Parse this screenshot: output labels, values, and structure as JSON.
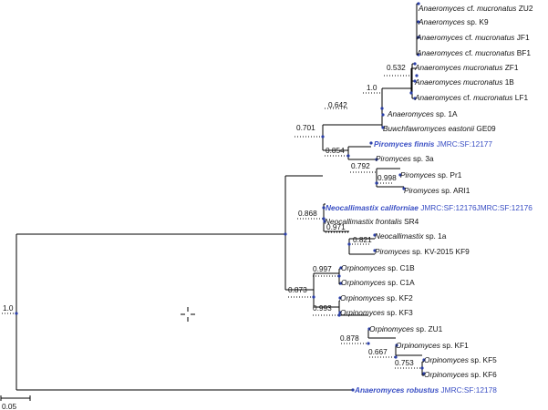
{
  "tree": {
    "tips": [
      {
        "id": "t1",
        "genus": "Anaeromyces",
        "rest": " cf. ",
        "epithet": "mucronatus",
        "strain": " ZU2"
      },
      {
        "id": "t2",
        "genus": "Anaeromyces",
        "rest": " sp. K9"
      },
      {
        "id": "t3",
        "genus": "Anaeromyces",
        "rest": " cf. ",
        "epithet": "mucronatus",
        "strain": " JF1"
      },
      {
        "id": "t4",
        "genus": "Anaeromyces",
        "rest": " cf. ",
        "epithet": "mucronatus",
        "strain": " BF1"
      },
      {
        "id": "t5",
        "genus": "Anaeromyces mucronatus",
        "rest": " ZF1"
      },
      {
        "id": "t6",
        "genus": "Anaeromyces mucronatus",
        "rest": " 1B"
      },
      {
        "id": "t7",
        "genus": "Anaeromyces",
        "rest": " cf. ",
        "epithet": "mucronatus",
        "strain": " LF1"
      },
      {
        "id": "t8",
        "genus": "Anaeromyces",
        "rest": " sp. 1A"
      },
      {
        "id": "t9",
        "genus": "Buwchfawromyces eastonii",
        "rest": " GE09"
      },
      {
        "id": "t10",
        "genus": "Piromyces finnis",
        "acc": "  JMRC:SF:12177",
        "highlight": true
      },
      {
        "id": "t11",
        "genus": "Piromyces",
        "rest": " sp. 3a"
      },
      {
        "id": "t12",
        "genus": "Piromyces",
        "rest": " sp. Pr1"
      },
      {
        "id": "t13",
        "genus": "Piromyces",
        "rest": " sp. ARI1"
      },
      {
        "id": "t14",
        "genus": "Neocallimastix californiae",
        "acc": "  JMRC:SF:12176JMRC:SF:12176",
        "highlight": true
      },
      {
        "id": "t15",
        "genus": "Neocallimastix frontalis",
        "rest": " SR4"
      },
      {
        "id": "t16",
        "genus": "Neocallimastix",
        "rest": " sp. 1a"
      },
      {
        "id": "t17",
        "genus": "Piromyces",
        "rest": " sp. KV-2015 KF9"
      },
      {
        "id": "t18",
        "genus": "Orpinomyces",
        "rest": " sp. C1B"
      },
      {
        "id": "t19",
        "genus": "Orpinomyces",
        "rest": " sp. C1A"
      },
      {
        "id": "t20",
        "genus": "Orpinomyces",
        "rest": " sp. KF2"
      },
      {
        "id": "t21",
        "genus": "Orpinomyces",
        "rest": " sp. KF3"
      },
      {
        "id": "t22",
        "genus": "Orpinomyces",
        "rest": " sp. ZU1"
      },
      {
        "id": "t23",
        "genus": "Orpinomyces",
        "rest": " sp. KF1"
      },
      {
        "id": "t24",
        "genus": "Orpinomyces",
        "rest": " sp. KF5"
      },
      {
        "id": "t25",
        "genus": "Orpinomyces",
        "rest": " sp. KF6"
      },
      {
        "id": "t26",
        "genus": "Anaeromyces robustus",
        "acc": "  JMRC:SF:12178",
        "highlight": true
      }
    ],
    "support": [
      "1.0",
      "0.701",
      "0.642",
      "1.0",
      "0.532",
      "0.854",
      "0.792",
      "0.998",
      "0.868",
      "0.971",
      "0.821",
      "0.873",
      "0.997",
      "0.993",
      "0.878",
      "0.667",
      "0.753"
    ],
    "scale_bar_label": "0.05",
    "node_color": "#2b3fa8",
    "highlight_color": "#3a4fc4"
  }
}
